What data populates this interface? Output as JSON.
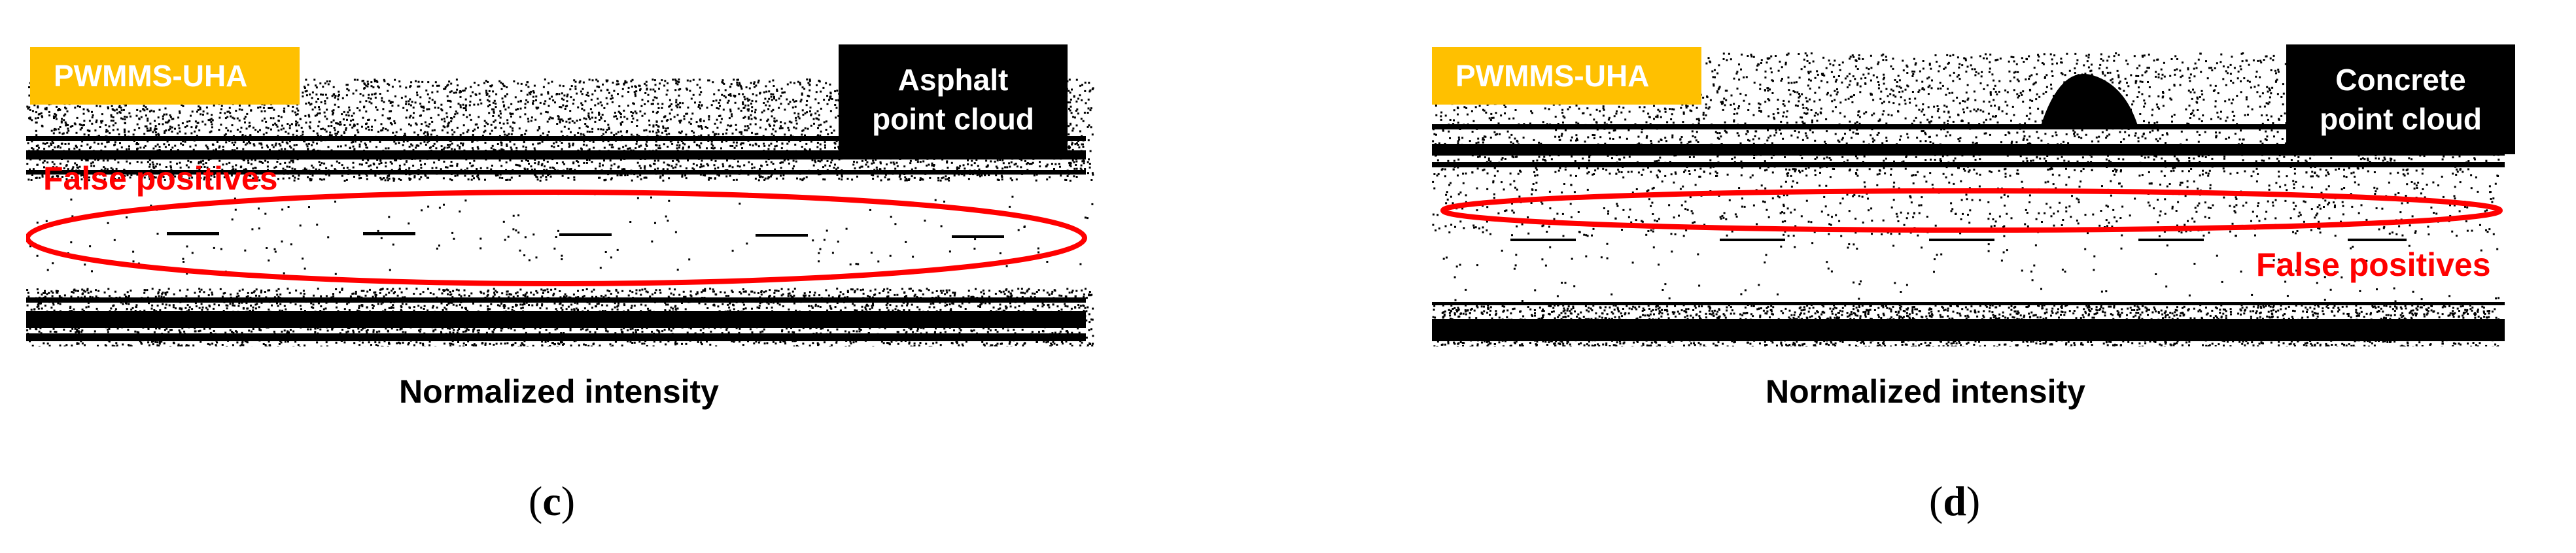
{
  "panels": [
    {
      "tag": "PWMMS-UHA",
      "label_lines": [
        "Asphalt",
        "point cloud"
      ],
      "annotation": "False positives",
      "xlabel": "Normalized intensity",
      "caption_open": "(",
      "caption_letter": "c",
      "caption_close": ")"
    },
    {
      "tag": "PWMMS-UHA",
      "label_lines": [
        "Concrete",
        "point cloud"
      ],
      "annotation": "False positives",
      "xlabel": "Normalized intensity",
      "caption_open": "(",
      "caption_letter": "d",
      "caption_close": ")"
    }
  ],
  "colors": {
    "tag_bg": "#ffc000",
    "annotation": "#ff0000",
    "point": "#000000"
  }
}
